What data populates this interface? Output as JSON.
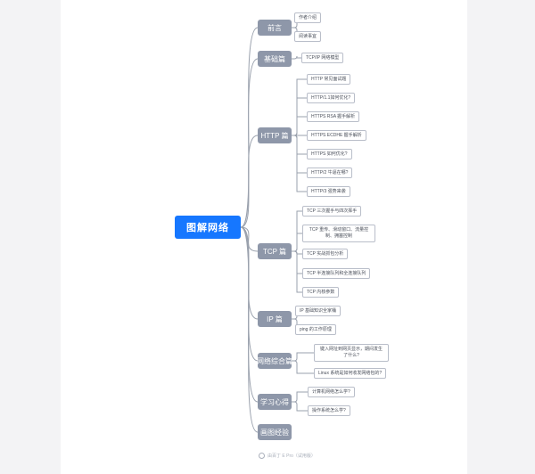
{
  "root": {
    "label": "图解网络"
  },
  "branches": [
    {
      "label": "前言",
      "leaves": [
        "作者介绍",
        "阅读事宜"
      ]
    },
    {
      "label": "基础篇",
      "leaves": [
        "TCP/IP 网络模型"
      ]
    },
    {
      "label": "HTTP 篇",
      "leaves": [
        "HTTP 常见面试题",
        "HTTP/1.1如何优化?",
        "HTTPS RSA 握手解析",
        "HTTPS ECDHE 握手解析",
        "HTTPS 如何优化?",
        "HTTP/2 牛逼在哪?",
        "HTTP/3 强势来袭"
      ]
    },
    {
      "label": "TCP 篇",
      "leaves": [
        "TCP 三次握手与四次挥手",
        "TCP 重传、滑动窗口、流量控制、拥塞控制",
        "TCP 实战抓包分析",
        "TCP 半连接队列和全连接队列",
        "TCP 内核参数"
      ]
    },
    {
      "label": "IP 篇",
      "leaves": [
        "IP 基础知识全家桶",
        "ping 的工作原理"
      ]
    },
    {
      "label": "网络综合篇",
      "leaves": [
        "键入网址到网页显示，期间发生了什么?",
        "Linux 系统是如何收发网络包的?"
      ]
    },
    {
      "label": "学习心得",
      "leaves": [
        "计算机网络怎么学?",
        "操作系统怎么学?"
      ]
    },
    {
      "label": "画图经验",
      "leaves": []
    }
  ],
  "footer": {
    "text": "由百丁 E Pro（试用版）"
  },
  "colors": {
    "root": "#1677ff",
    "branch": "#8e97a9",
    "line": "#9aa1ad"
  }
}
